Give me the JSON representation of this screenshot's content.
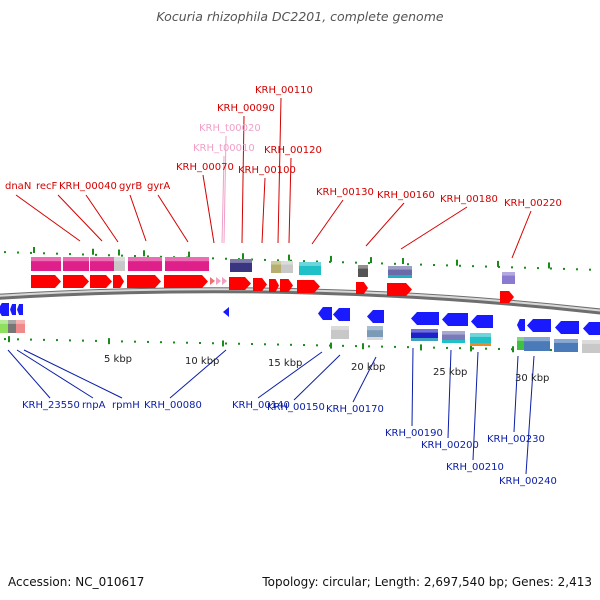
{
  "title": "Kocuria rhizophila DC2201, complete genome",
  "colors": {
    "forward_label": "#d40000",
    "trna_label": "#f0a0c8",
    "reverse_label": "#0a1ea8",
    "backbone": "#888888",
    "tick": "#1a8a1a",
    "gene_forward": "#ff0000",
    "gene_reverse": "#1a1aff"
  },
  "scale_labels": [
    {
      "id": "5kbp",
      "text": "5 kbp"
    },
    {
      "id": "10kbp",
      "text": "10 kbp"
    },
    {
      "id": "15kbp",
      "text": "15 kbp"
    },
    {
      "id": "20kbp",
      "text": "20 kbp"
    },
    {
      "id": "25kbp",
      "text": "25 kbp"
    },
    {
      "id": "30kbp",
      "text": "30 kbp"
    }
  ],
  "forward_genes": [
    {
      "id": "dnaN",
      "label": "dnaN",
      "kind": "cds"
    },
    {
      "id": "recF",
      "label": "recF",
      "kind": "cds"
    },
    {
      "id": "KRH_00040",
      "label": "KRH_00040",
      "kind": "cds"
    },
    {
      "id": "gyrB",
      "label": "gyrB",
      "kind": "cds"
    },
    {
      "id": "gyrA",
      "label": "gyrA",
      "kind": "cds"
    },
    {
      "id": "KRH_00070",
      "label": "KRH_00070",
      "kind": "cds"
    },
    {
      "id": "KRH_t00010",
      "label": "KRH_t00010",
      "kind": "trna"
    },
    {
      "id": "KRH_t00020",
      "label": "KRH_t00020",
      "kind": "trna"
    },
    {
      "id": "KRH_00090",
      "label": "KRH_00090",
      "kind": "cds"
    },
    {
      "id": "KRH_00100",
      "label": "KRH_00100",
      "kind": "cds"
    },
    {
      "id": "KRH_00110",
      "label": "KRH_00110",
      "kind": "cds"
    },
    {
      "id": "KRH_00120",
      "label": "KRH_00120",
      "kind": "cds"
    },
    {
      "id": "KRH_00130",
      "label": "KRH_00130",
      "kind": "cds"
    },
    {
      "id": "KRH_00160",
      "label": "KRH_00160",
      "kind": "cds"
    },
    {
      "id": "KRH_00180",
      "label": "KRH_00180",
      "kind": "cds"
    },
    {
      "id": "KRH_00220",
      "label": "KRH_00220",
      "kind": "cds"
    }
  ],
  "reverse_genes": [
    {
      "id": "KRH_23550",
      "label": "KRH_23550"
    },
    {
      "id": "rnpA",
      "label": "rnpA"
    },
    {
      "id": "rpmH",
      "label": "rpmH"
    },
    {
      "id": "KRH_00080",
      "label": "KRH_00080"
    },
    {
      "id": "KRH_00140",
      "label": "KRH_00140"
    },
    {
      "id": "KRH_00150",
      "label": "KRH_00150"
    },
    {
      "id": "KRH_00170",
      "label": "KRH_00170"
    },
    {
      "id": "KRH_00190",
      "label": "KRH_00190"
    },
    {
      "id": "KRH_00200",
      "label": "KRH_00200"
    },
    {
      "id": "KRH_00210",
      "label": "KRH_00210"
    },
    {
      "id": "KRH_00230",
      "label": "KRH_00230"
    },
    {
      "id": "KRH_00240",
      "label": "KRH_00240"
    }
  ],
  "footer": {
    "accession": "Accession: NC_010617",
    "summary": "Topology: circular; Length: 2,697,540 bp; Genes: 2,413"
  }
}
